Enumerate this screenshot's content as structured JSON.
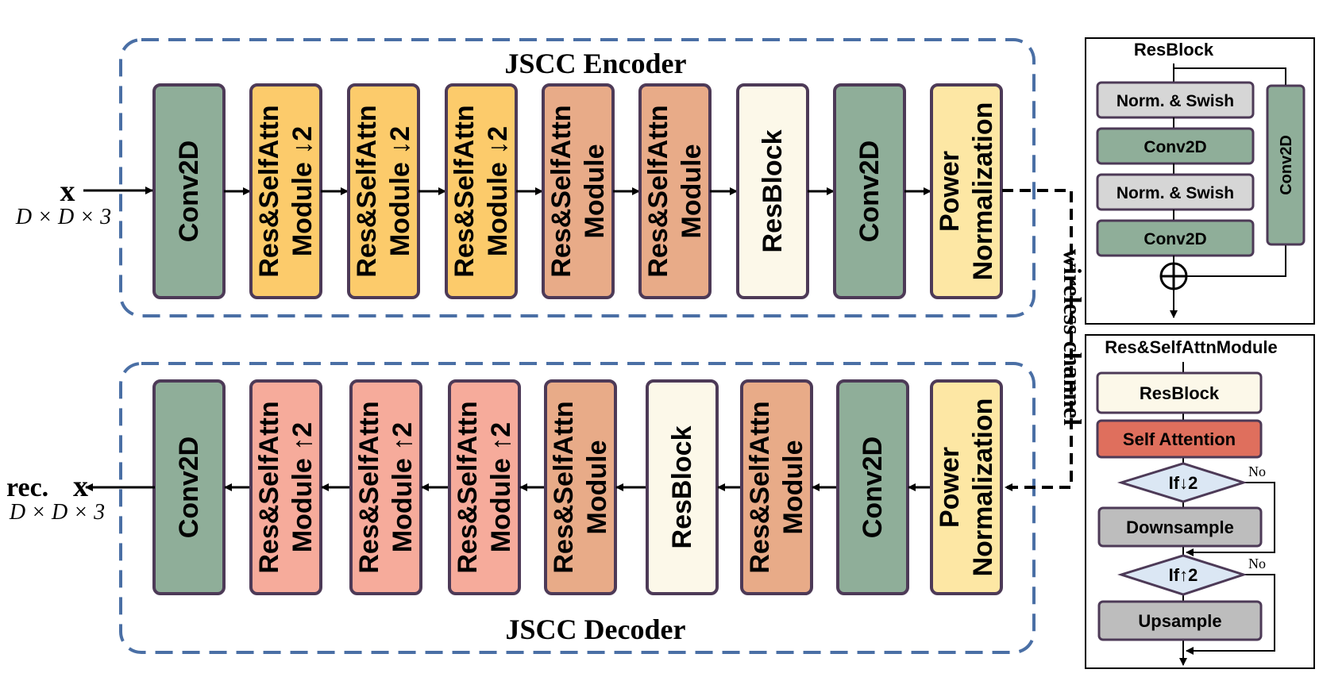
{
  "colors": {
    "dash_border": "#4a6fa5",
    "block_border": "#4d3a57",
    "conv": "#8fae99",
    "resattn_down": "#fccb6b",
    "resattn_plain": "#e8ab88",
    "resattn_up": "#f6ab9b",
    "resblock": "#fcf8e9",
    "power": "#fde7a4",
    "norm_swish": "#d6d6d6",
    "self_attention": "#df6f5d",
    "diamond": "#dbe7f4",
    "sample": "#bdbdbd"
  },
  "encoder": {
    "title": "JSCC Encoder",
    "input": {
      "symbol": "x",
      "dims": "D × D × 3"
    },
    "blocks": [
      {
        "lines": [
          "Conv2D"
        ],
        "kind": "conv"
      },
      {
        "lines": [
          "Res&SelfAttn",
          "Module ↓2"
        ],
        "kind": "resattn_down"
      },
      {
        "lines": [
          "Res&SelfAttn",
          "Module ↓2"
        ],
        "kind": "resattn_down"
      },
      {
        "lines": [
          "Res&SelfAttn",
          "Module ↓2"
        ],
        "kind": "resattn_down"
      },
      {
        "lines": [
          "Res&SelfAttn",
          "Module"
        ],
        "kind": "resattn_plain"
      },
      {
        "lines": [
          "Res&SelfAttn",
          "Module"
        ],
        "kind": "resattn_plain"
      },
      {
        "lines": [
          "ResBlock"
        ],
        "kind": "resblock"
      },
      {
        "lines": [
          "Conv2D"
        ],
        "kind": "conv"
      },
      {
        "lines": [
          "Power",
          "Normalization"
        ],
        "kind": "power"
      }
    ]
  },
  "decoder": {
    "title": "JSCC Decoder",
    "output": {
      "prefix": "rec.",
      "symbol": "x",
      "dims": "D × D × 3"
    },
    "blocks": [
      {
        "lines": [
          "Conv2D"
        ],
        "kind": "conv"
      },
      {
        "lines": [
          "Res&SelfAttn",
          "Module ↑2"
        ],
        "kind": "resattn_up"
      },
      {
        "lines": [
          "Res&SelfAttn",
          "Module ↑2"
        ],
        "kind": "resattn_up"
      },
      {
        "lines": [
          "Res&SelfAttn",
          "Module ↑2"
        ],
        "kind": "resattn_up"
      },
      {
        "lines": [
          "Res&SelfAttn",
          "Module"
        ],
        "kind": "resattn_plain"
      },
      {
        "lines": [
          "ResBlock"
        ],
        "kind": "resblock"
      },
      {
        "lines": [
          "Res&SelfAttn",
          "Module"
        ],
        "kind": "resattn_plain"
      },
      {
        "lines": [
          "Conv2D"
        ],
        "kind": "conv"
      },
      {
        "lines": [
          "Power",
          "Normalization"
        ],
        "kind": "power"
      }
    ]
  },
  "channel": {
    "label": "wireless channel"
  },
  "resblock_panel": {
    "title": "ResBlock",
    "items": [
      "Norm. & Swish",
      "Conv2D",
      "Norm. & Swish",
      "Conv2D"
    ],
    "skip_label": "Conv2D",
    "add_symbol": "⊕"
  },
  "module_panel": {
    "title": "Res&SelfAttnModule",
    "resblock": "ResBlock",
    "self_attention": "Self Attention",
    "if_down": "If↓2",
    "downsample": "Downsample",
    "if_up": "If↑2",
    "upsample": "Upsample",
    "no_label": "No"
  }
}
